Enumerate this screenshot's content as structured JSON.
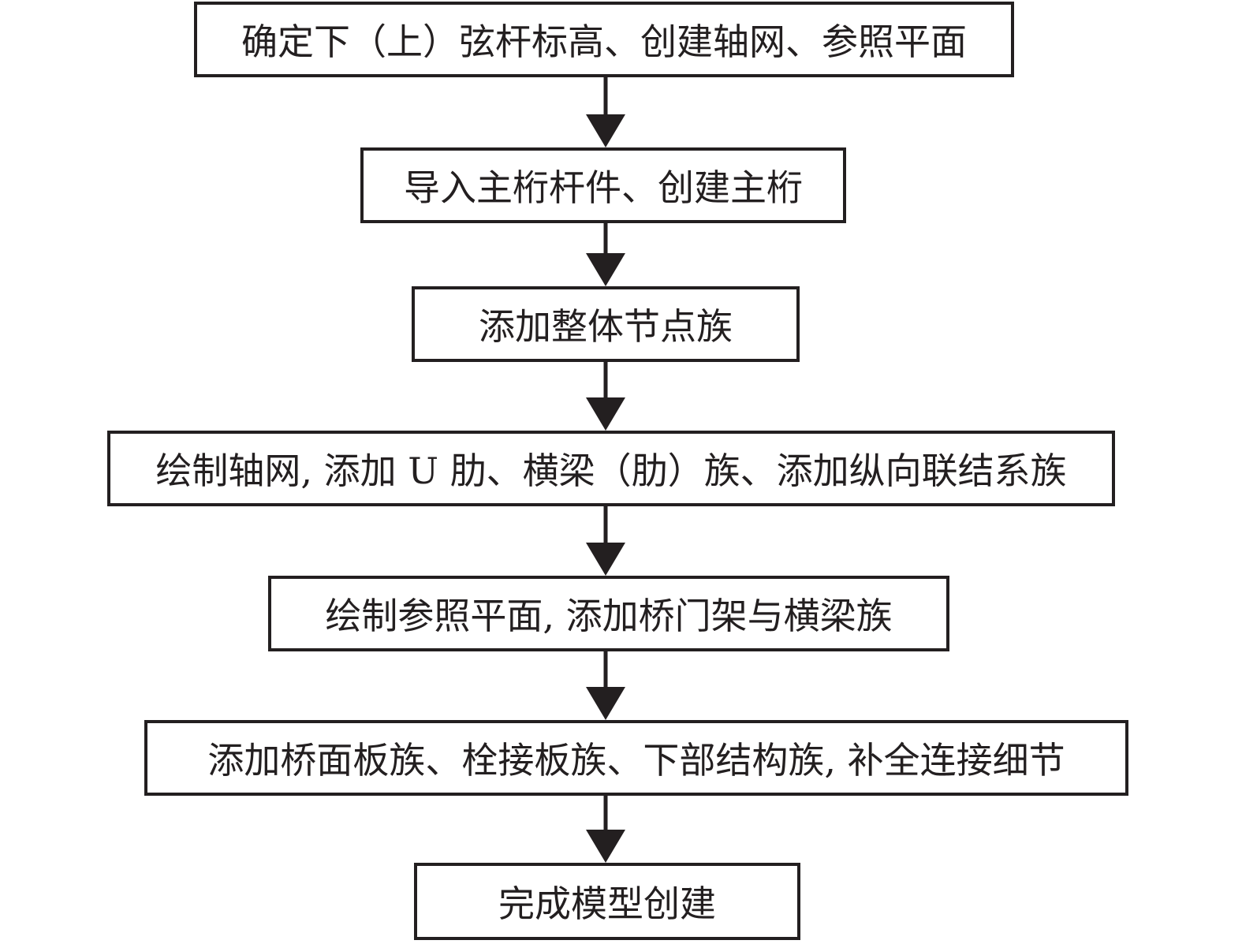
{
  "flowchart": {
    "steps": [
      {
        "id": "step-1",
        "label": "确定下（上）弦杆标高、创建轴网、参照平面"
      },
      {
        "id": "step-2",
        "label": "导入主桁杆件、创建主桁"
      },
      {
        "id": "step-3",
        "label": "添加整体节点族"
      },
      {
        "id": "step-4",
        "label": "绘制轴网, 添加 U 肋、横梁（肋）族、添加纵向联结系族"
      },
      {
        "id": "step-5",
        "label": "绘制参照平面, 添加桥门架与横梁族"
      },
      {
        "id": "step-6",
        "label": "添加桥面板族、栓接板族、下部结构族, 补全连接细节"
      },
      {
        "id": "step-7",
        "label": "完成模型创建"
      }
    ],
    "edges": [
      {
        "from": "step-1",
        "to": "step-2"
      },
      {
        "from": "step-2",
        "to": "step-3"
      },
      {
        "from": "step-3",
        "to": "step-4"
      },
      {
        "from": "step-4",
        "to": "step-5"
      },
      {
        "from": "step-5",
        "to": "step-6"
      },
      {
        "from": "step-6",
        "to": "step-7"
      }
    ],
    "colors": {
      "stroke": "#231f20",
      "fill": "#ffffff",
      "text": "#231f20"
    }
  }
}
